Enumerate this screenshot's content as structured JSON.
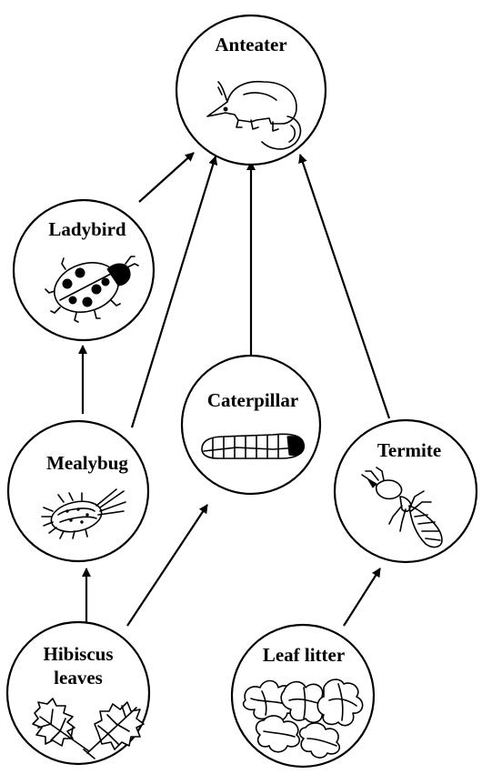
{
  "diagram": {
    "type": "food-web",
    "nodes": {
      "anteater": {
        "label": "Anteater",
        "icon": "anteater-icon"
      },
      "ladybird": {
        "label": "Ladybird",
        "icon": "ladybird-icon"
      },
      "mealybug": {
        "label": "Mealybug",
        "icon": "mealybug-icon"
      },
      "caterpillar": {
        "label": "Caterpillar",
        "icon": "caterpillar-icon"
      },
      "termite": {
        "label": "Termite",
        "icon": "termite-icon"
      },
      "hibiscus": {
        "label_line1": "Hibiscus",
        "label_line2": "leaves",
        "icon": "hibiscus-leaves-icon"
      },
      "leaf_litter": {
        "label": "Leaf litter",
        "icon": "leaf-litter-icon"
      }
    },
    "edges": [
      {
        "from": "Ladybird",
        "to": "Anteater"
      },
      {
        "from": "Mealybug",
        "to": "Anteater"
      },
      {
        "from": "Caterpillar",
        "to": "Anteater"
      },
      {
        "from": "Termite",
        "to": "Anteater"
      },
      {
        "from": "Mealybug",
        "to": "Ladybird"
      },
      {
        "from": "Hibiscus leaves",
        "to": "Mealybug"
      },
      {
        "from": "Hibiscus leaves",
        "to": "Caterpillar"
      },
      {
        "from": "Leaf litter",
        "to": "Termite"
      }
    ],
    "colors": {
      "ink": "#000000",
      "background": "#ffffff"
    }
  }
}
